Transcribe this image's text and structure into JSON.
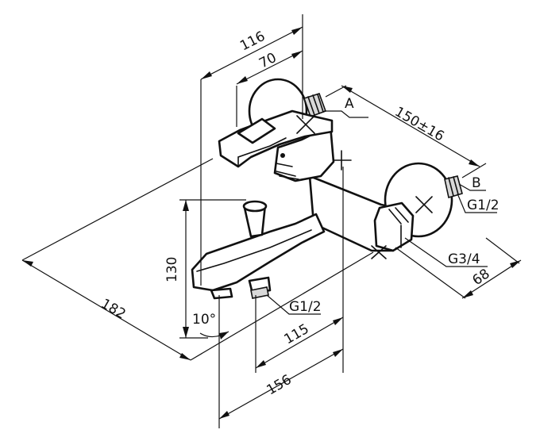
{
  "dimensions": {
    "d116": "116",
    "d70": "70",
    "d150": "150±16",
    "d130": "130",
    "d182": "182",
    "d10": "10°",
    "d115": "115",
    "d156": "156",
    "d68": "68"
  },
  "callouts": {
    "a": "A",
    "b": "B",
    "g12_right": "G1/2",
    "g34": "G3/4",
    "g12_bottom": "G1/2"
  }
}
